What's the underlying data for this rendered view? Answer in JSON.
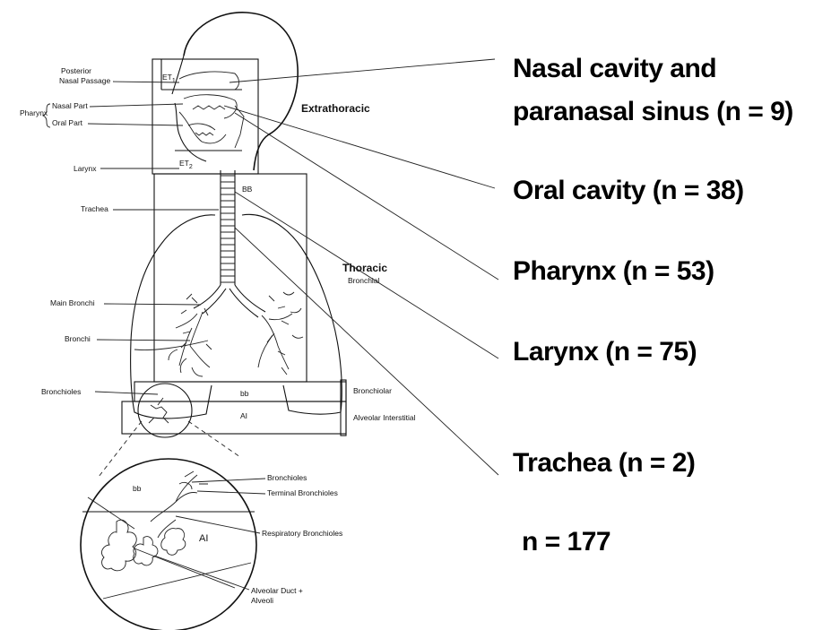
{
  "diagram": {
    "region_labels": {
      "extrathoracic": "Extrathoracic",
      "thoracic": "Thoracic",
      "bronchial": "Bronchial",
      "bronchiolar": "Bronchiolar",
      "alveolar_interstitial": "Alveolar Interstitial",
      "et1": "ET",
      "et1_sub": "1",
      "et2": "ET",
      "et2_sub": "2",
      "bb_upper": "BB",
      "bb_lower": "bb",
      "ai": "AI",
      "inset_bb": "bb",
      "inset_ai": "AI"
    },
    "left_labels": {
      "posterior": "Posterior",
      "nasal_passage": "Nasal Passage",
      "pharynx": "Pharynx",
      "nasal_part": "Nasal Part",
      "oral_part": "Oral Part",
      "larynx": "Larynx",
      "trachea": "Trachea",
      "main_bronchi": "Main Bronchi",
      "bronchi": "Bronchi",
      "bronchioles": "Bronchioles"
    },
    "inset_labels": {
      "bronchioles": "Bronchioles",
      "terminal_bronchioles": "Terminal Bronchioles",
      "respiratory_bronchioles": "Respiratory Bronchioles",
      "alveolar_duct": "Alveolar Duct +",
      "alveoli": "Alveoli"
    }
  },
  "callouts": [
    {
      "line1": "Nasal cavity and",
      "line2": "paranasal sinus (n = 9)"
    },
    {
      "line1": "Oral cavity (n = 38)"
    },
    {
      "line1": "Pharynx (n = 53)"
    },
    {
      "line1": "Larynx (n = 75)"
    },
    {
      "line1": "Trachea (n = 2)"
    }
  ],
  "total": "n = 177"
}
